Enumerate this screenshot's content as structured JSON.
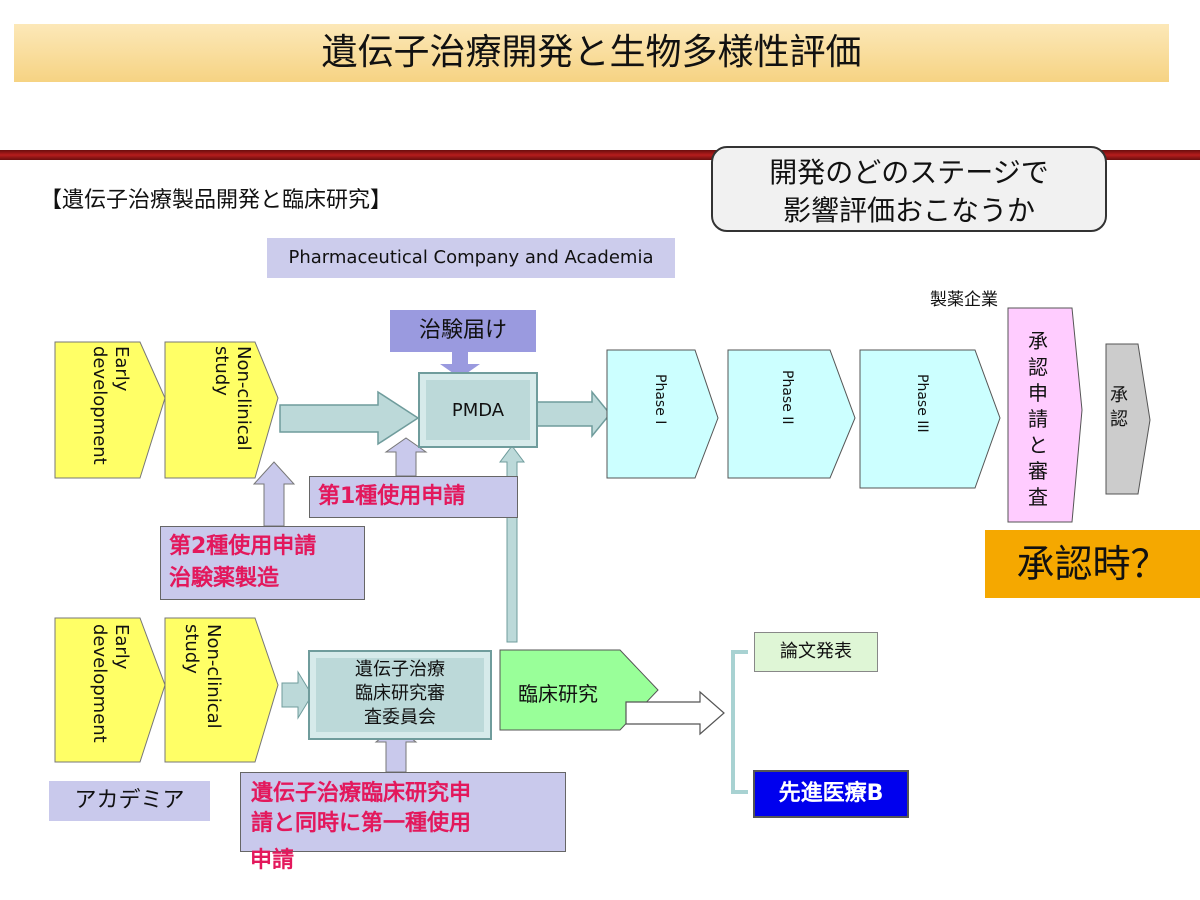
{
  "title": "遺伝子治療開発と生物多様性評価",
  "callout": {
    "line1": "開発のどのステージで",
    "line2": "影響評価おこなうか"
  },
  "section_label": "【遺伝子治療製品開発と臨床研究】",
  "company_label": "Pharmaceutical Company and Academia",
  "pharma_label": "製薬企業",
  "chiken_todoke": "治験届け",
  "top_row": {
    "early": "Early development",
    "nonclinical": "Non-clinical study",
    "pmda": "PMDA",
    "phase1": "Phase I",
    "phase2": "Phase II",
    "phase3": "Phase III",
    "review": "承認申請と審査",
    "approval": "承認"
  },
  "type1_application": "第1種使用申請",
  "type2_application": {
    "line1": "第2種使用申請",
    "line2": "治験薬製造"
  },
  "approval_question": "承認時？",
  "bottom_row": {
    "early": "Early development",
    "nonclinical": "Non-clinical study",
    "committee": {
      "line1": "遺伝子治療",
      "line2": "臨床研究審",
      "line3": "査委員会"
    },
    "clinical_research": "臨床研究"
  },
  "paper_publication": "論文発表",
  "advanced_medicine": "先進医療B",
  "academia_label": "アカデミア",
  "simultaneous_note": {
    "line1": "遺伝子治療臨床研究申",
    "line2": "請と同時に第一種使用",
    "line3": "申請"
  },
  "colors": {
    "yellow_box": "#ffff66",
    "cyan_box": "#ccffff",
    "pink_box": "#ffccff",
    "gray_box": "#cccccc",
    "green_box": "#99ff99",
    "teal_arrow": "#bcd9d9",
    "lavender_arrow": "#c9c9ec",
    "pink_text": "#e3185c",
    "orange": "#f5a800",
    "blue": "#0000ee"
  }
}
